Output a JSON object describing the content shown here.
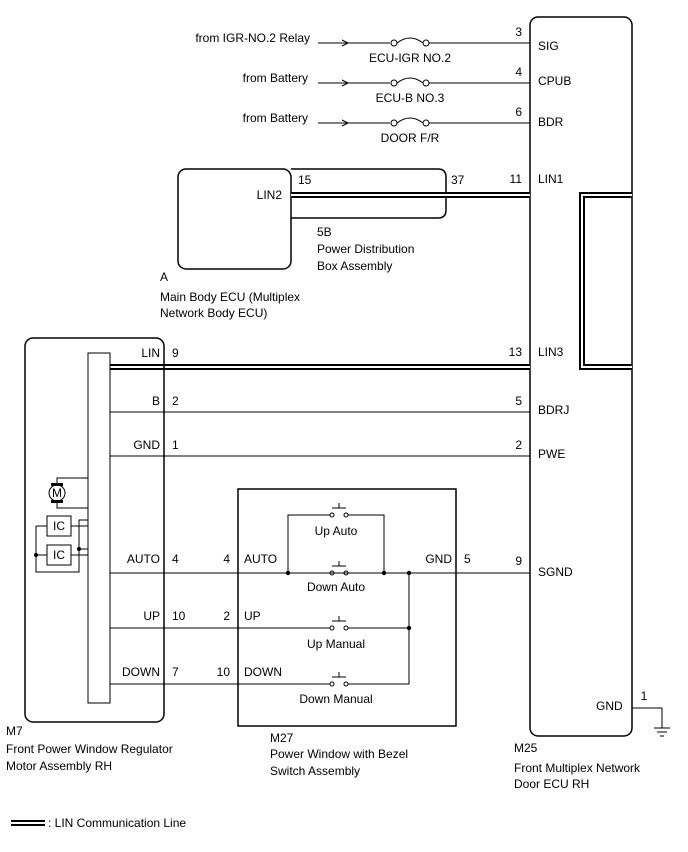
{
  "fuse_inputs": [
    {
      "source": "from IGR-NO.2 Relay",
      "fuse": "ECU-IGR NO.2",
      "pin": "3",
      "terminal": "SIG"
    },
    {
      "source": "from Battery",
      "fuse": "ECU-B NO.3",
      "pin": "4",
      "terminal": "CPUB"
    },
    {
      "source": "from Battery",
      "fuse": "DOOR F/R",
      "pin": "6",
      "terminal": "BDR"
    }
  ],
  "door_ecu": {
    "code": "M25",
    "name_line1": "Front Multiplex Network",
    "name_line2": "Door ECU RH",
    "lin1_pin": "11",
    "lin1": "LIN1",
    "lin3_pin": "13",
    "lin3": "LIN3",
    "bdrj_pin": "5",
    "bdrj": "BDRJ",
    "pwe_pin": "2",
    "pwe": "PWE",
    "sgnd_pin": "9",
    "sgnd": "SGND",
    "gnd_pin": "1",
    "gnd": "GND"
  },
  "main_body_ecu": {
    "code": "A",
    "name_line1": "Main Body ECU (Multiplex",
    "name_line2": "Network Body ECU)",
    "lin2": "LIN2"
  },
  "junction_box": {
    "code": "5B",
    "name_line1": "Power Distribution",
    "name_line2": "Box Assembly",
    "pin_in": "15",
    "pin_out": "37"
  },
  "motor": {
    "code": "M7",
    "name_line1": "Front Power Window Regulator",
    "name_line2": "Motor Assembly RH",
    "lin": "LIN",
    "lin_pin": "9",
    "b": "B",
    "b_pin": "2",
    "gnd": "GND",
    "gnd_pin": "1",
    "auto": "AUTO",
    "auto_pin": "4",
    "up": "UP",
    "up_pin": "10",
    "down": "DOWN",
    "down_pin": "7",
    "ic": "IC",
    "motor_symbol": "M"
  },
  "switch": {
    "code": "M27",
    "name_line1": "Power Window with Bezel",
    "name_line2": "Switch Assembly",
    "auto": "AUTO",
    "auto_pin": "4",
    "up": "UP",
    "up_pin": "2",
    "down": "DOWN",
    "down_pin": "10",
    "gnd": "GND",
    "gnd_pin": "5",
    "sw_up_auto": "Up Auto",
    "sw_down_auto": "Down Auto",
    "sw_up_manual": "Up Manual",
    "sw_down_manual": "Down Manual"
  },
  "legend": {
    "text": ": LIN Communication Line"
  }
}
